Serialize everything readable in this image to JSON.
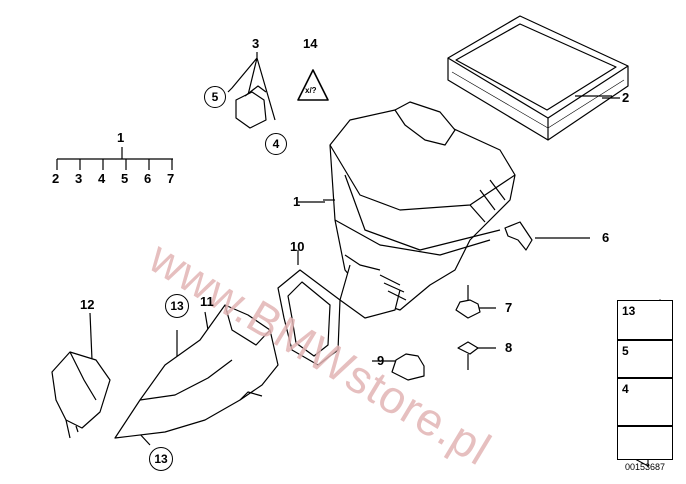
{
  "watermark": "www.BMWstore.pl",
  "callouts": {
    "c1_top": "1",
    "c1_subs": [
      "2",
      "3",
      "4",
      "5",
      "6",
      "7"
    ],
    "c1_box": "1",
    "c2": "2",
    "c3": "3",
    "c4": "4",
    "c5": "5",
    "c6": "6",
    "c7": "7",
    "c8": "8",
    "c9": "9",
    "c10": "10",
    "c11": "11",
    "c12": "12",
    "c13_top": "13",
    "c13_bottom": "13",
    "c14": "14",
    "warning_symbol_text": "x/?"
  },
  "side_panel": {
    "items": [
      {
        "label": "13"
      },
      {
        "label": "5"
      },
      {
        "label": "4"
      }
    ]
  },
  "doc_number": "00153687"
}
